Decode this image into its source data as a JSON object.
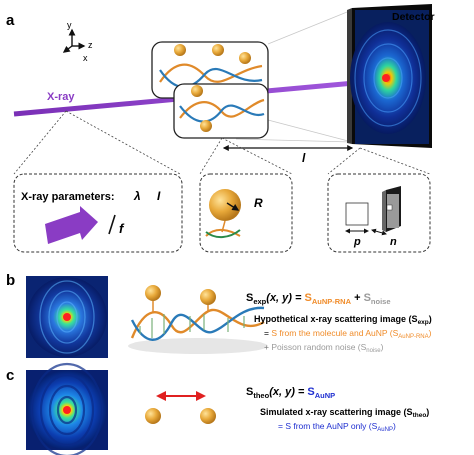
{
  "panels": {
    "a": "a",
    "b": "b",
    "c": "c"
  },
  "axes": {
    "y": "y",
    "z": "z",
    "x": "x"
  },
  "detector_label": "Detector",
  "xray_label": "X-ray",
  "distance_label": "l",
  "param_boxes": {
    "xray": {
      "title": "X-ray parameters:",
      "lambda": "λ",
      "I": "I",
      "f": "f"
    },
    "particle": {
      "R": "R"
    },
    "detector": {
      "p": "p",
      "n": "n"
    }
  },
  "eq_b": {
    "lhs_S": "S",
    "lhs_sub": "exp",
    "lhs_args": "(x, y) = ",
    "rhs1_S": "S",
    "rhs1_sub": "AuNP-RNA",
    "plus": " + ",
    "rhs2_S": "S",
    "rhs2_sub": "noise",
    "desc_title": "Hypothetical x-ray scattering image (S",
    "desc_title_sub": "exp",
    "desc_title_end": ")",
    "line1_eq": "= ",
    "line1": "S from the molecule and AuNP (S",
    "line1_sub": "AuNP-RNA",
    "line1_end": ")",
    "line2_plus": "+ ",
    "line2": "Poisson random noise (S",
    "line2_sub": "noise",
    "line2_end": ")"
  },
  "eq_c": {
    "lhs_S": "S",
    "lhs_sub": "theo",
    "lhs_args": "(x, y) = ",
    "rhs_S": "S",
    "rhs_sub": "AuNP",
    "desc_title": "Simulated x-ray scattering image (S",
    "desc_title_sub": "theo",
    "desc_title_end": ")",
    "line1_eq": "= ",
    "line1": "S from the AuNP only (S",
    "line1_sub": "AuNP",
    "line1_end": ")"
  },
  "colors": {
    "beam": "#8a3cc4",
    "gold": "#e8a93a",
    "orange_text": "#f08c2a",
    "gray_text": "#9a9a9a",
    "blue_text": "#1f2fd0",
    "red_arrow": "#e02020"
  }
}
